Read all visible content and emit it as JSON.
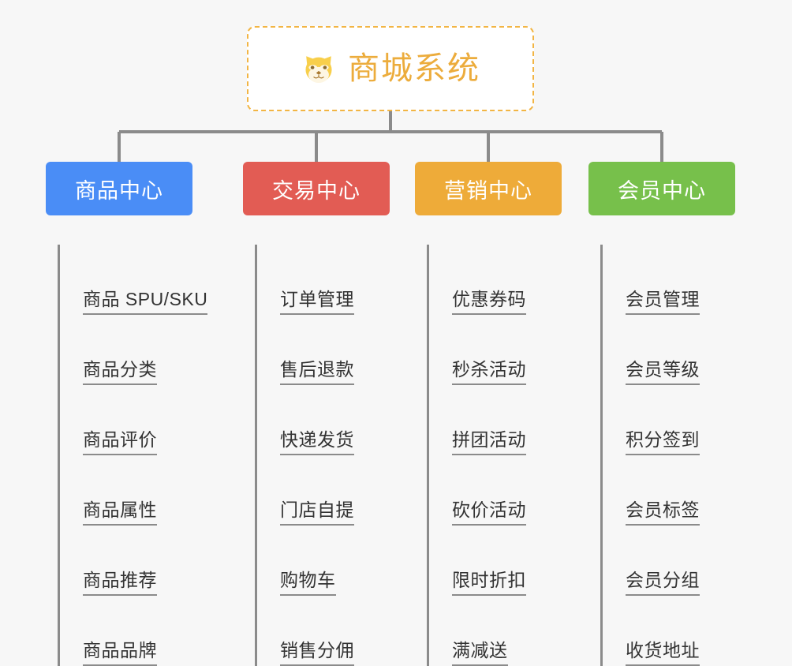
{
  "background_color": "#f7f7f7",
  "root": {
    "title": "商城系统",
    "icon": "shiba-dog-icon",
    "title_color": "#ecac3c",
    "border_color": "#f2b544",
    "background": "#ffffff"
  },
  "connector_color": "#8b8b8b",
  "columns": [
    {
      "key": "product-center",
      "label": "商品中心",
      "color": "#4a8df6",
      "items": [
        {
          "label": "商品 SPU/SKU"
        },
        {
          "label": "商品分类"
        },
        {
          "label": "商品评价"
        },
        {
          "label": "商品属性"
        },
        {
          "label": "商品推荐"
        },
        {
          "label": "商品品牌"
        }
      ]
    },
    {
      "key": "trade-center",
      "label": "交易中心",
      "color": "#e25c54",
      "items": [
        {
          "label": "订单管理"
        },
        {
          "label": "售后退款"
        },
        {
          "label": "快递发货"
        },
        {
          "label": "门店自提"
        },
        {
          "label": "购物车"
        },
        {
          "label": "销售分佣"
        }
      ]
    },
    {
      "key": "marketing-center",
      "label": "营销中心",
      "color": "#eeab39",
      "items": [
        {
          "label": "优惠券码"
        },
        {
          "label": "秒杀活动"
        },
        {
          "label": "拼团活动"
        },
        {
          "label": "砍价活动"
        },
        {
          "label": "限时折扣"
        },
        {
          "label": "满减送"
        }
      ]
    },
    {
      "key": "member-center",
      "label": "会员中心",
      "color": "#77c04b",
      "items": [
        {
          "label": "会员管理"
        },
        {
          "label": "会员等级"
        },
        {
          "label": "积分签到"
        },
        {
          "label": "会员标签"
        },
        {
          "label": "会员分组"
        },
        {
          "label": "收货地址"
        }
      ]
    }
  ]
}
